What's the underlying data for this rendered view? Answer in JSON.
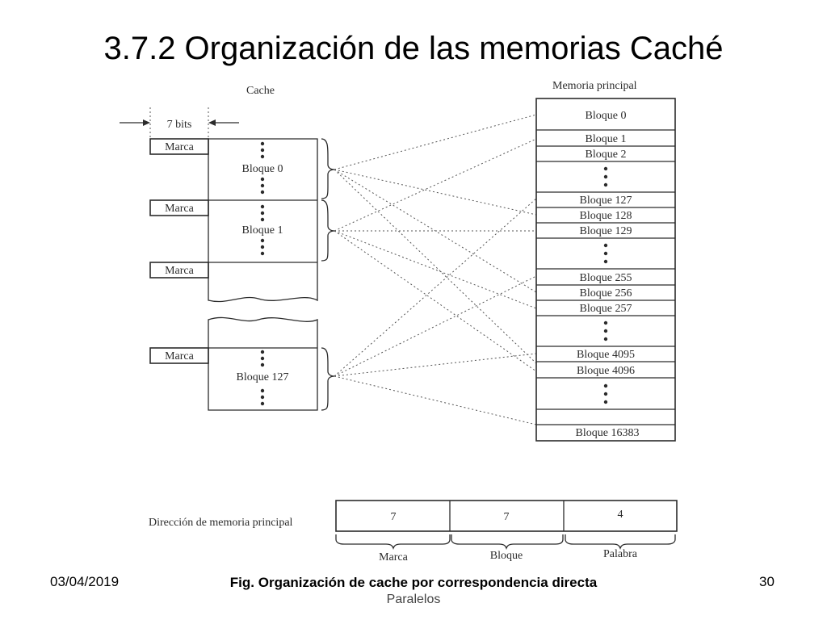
{
  "slide": {
    "title": "3.7.2 Organización de las memorias Caché",
    "date": "03/04/2019",
    "page_number": "30",
    "caption": "Fig. Organización de cache por correspondencia directa",
    "footer_sub": "Paralelos"
  },
  "diagram": {
    "cache_label": "Cache",
    "bits_label": "7 bits",
    "tag_label": "Marca",
    "cache_blocks": [
      "Bloque 0",
      "Bloque 1",
      "Bloque 127"
    ],
    "main_memory_label": "Memoria principal",
    "memory_blocks": [
      "Bloque 0",
      "Bloque 1",
      "Bloque 2",
      "Bloque 127",
      "Bloque 128",
      "Bloque 129",
      "Bloque 255",
      "Bloque 256",
      "Bloque 257",
      "Bloque 4095",
      "Bloque 4096",
      "Bloque 16383"
    ],
    "address_label": "Dirección de memoria principal",
    "address_fields": [
      {
        "bits": "7",
        "name": "Marca"
      },
      {
        "bits": "7",
        "name": "Bloque"
      },
      {
        "bits": "4",
        "name": "Palabra"
      }
    ]
  }
}
